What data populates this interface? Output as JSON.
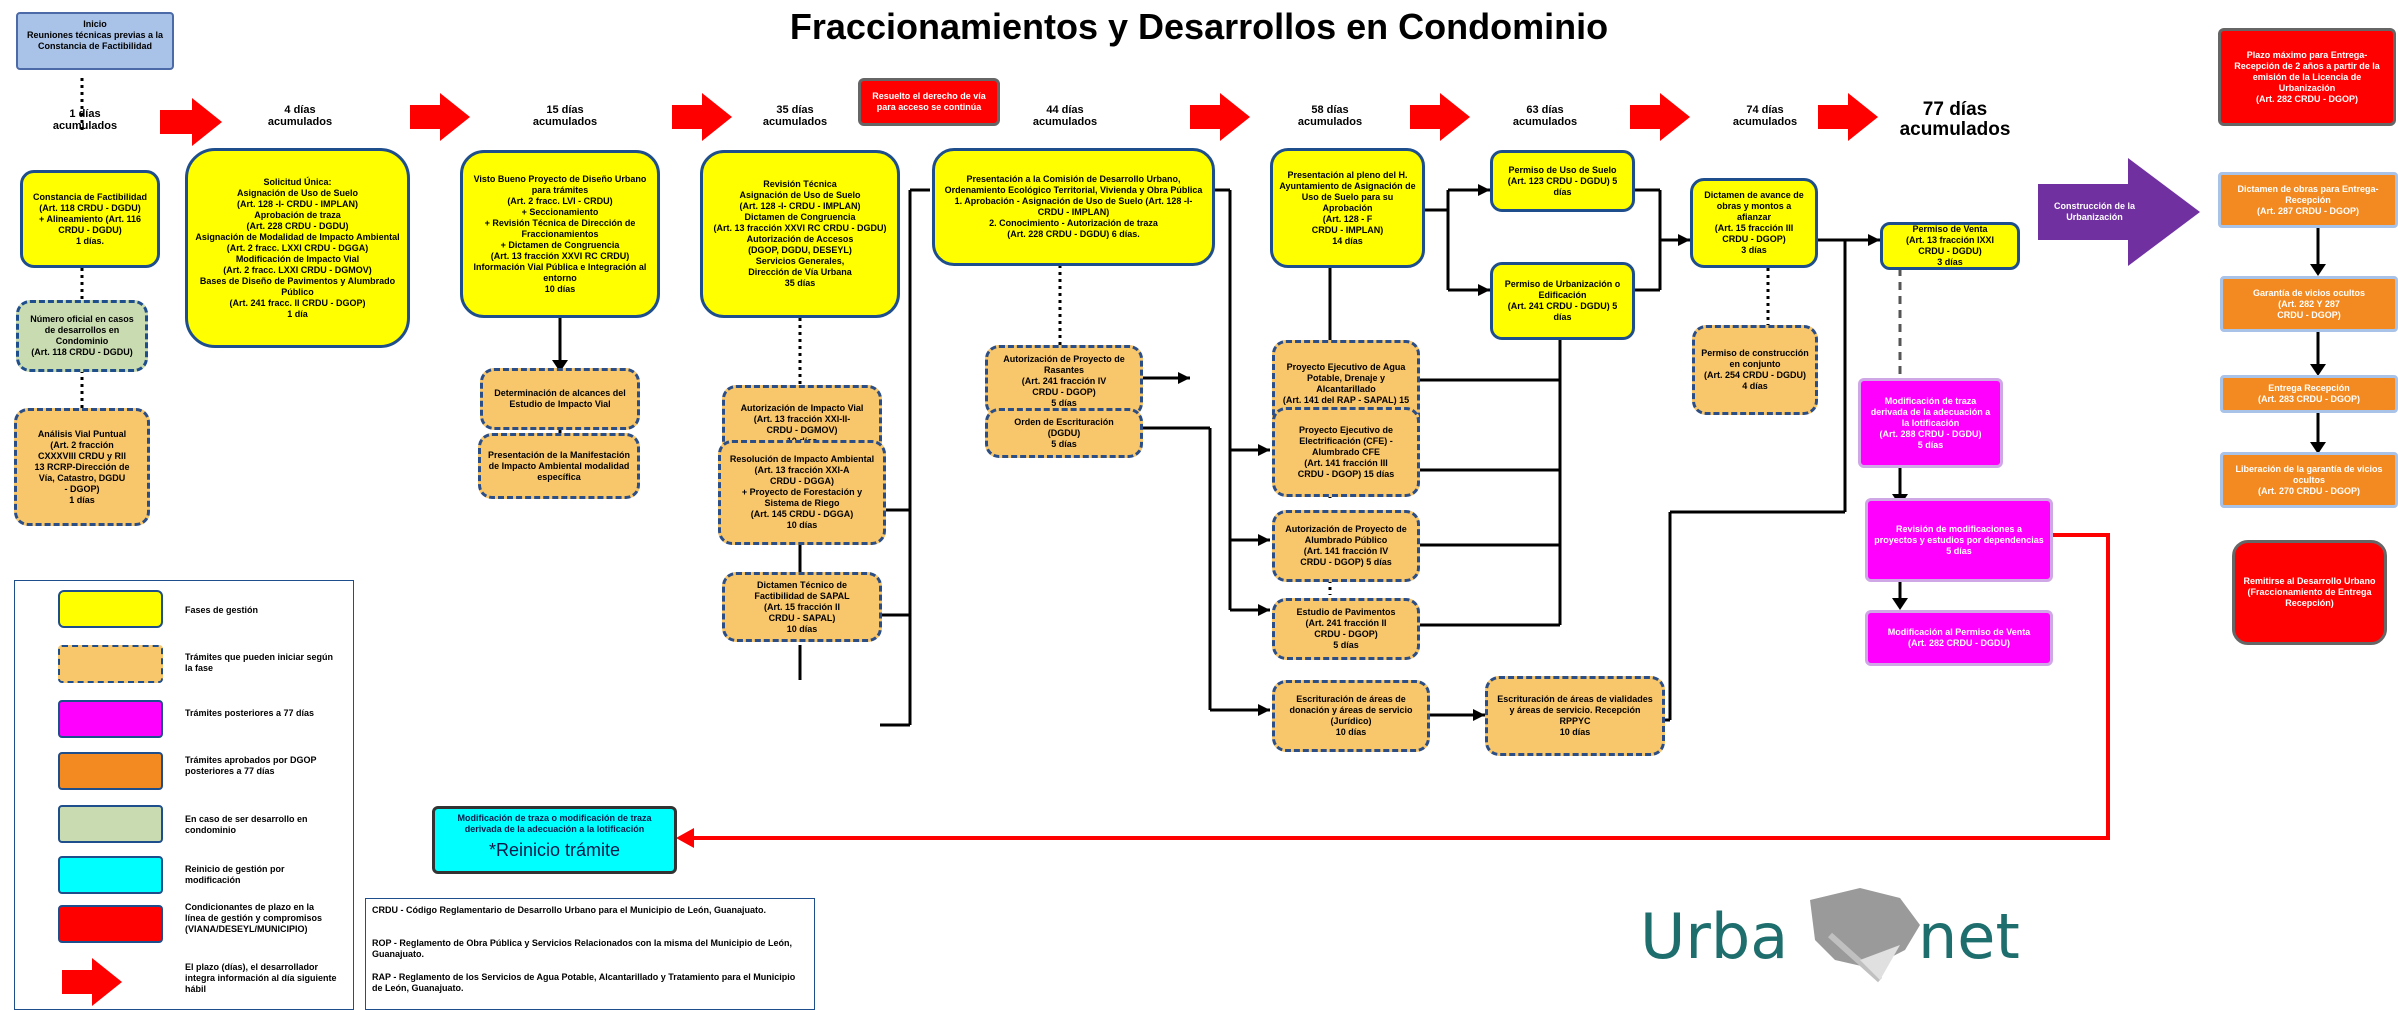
{
  "title": "Fraccionamientos y Desarrollos en Condominio",
  "start": "Inicio\nReuniones técnicas previas a la Constancia de Factibilidad",
  "days": {
    "d1": "1 días\nacumulados",
    "d4": "4 días\nacumulados",
    "d15": "15 días\nacumulados",
    "d35": "35 días\nacumulados",
    "d44": "44 días\nacumulados",
    "d58": "58 días\nacumulados",
    "d63": "63 días\nacumulados",
    "d74": "74 días\nacumulados",
    "d77": "77 días\nacumulados"
  },
  "boxes": {
    "constancia": "Constancia de Factibilidad (Art. 118 CRDU - DGDU)\n+ Alineamiento (Art. 116 CRDU - DGDU)\n1 días.",
    "numero_oficial": "Número oficial en casos de desarrollos en Condominio\n(Art. 118 CRDU - DGDU)",
    "analisis_vial": "Análisis Vial Puntual\n(Art. 2 fracción\nCXXXVIII CRDU y Rll\n13 RCRP-Dirección de\nVía, Catastro, DGDU\n - DGOP)\n1 días",
    "solicitud": "Solicitud Única:\nAsignación de Uso de Suelo\n(Art. 128 -I- CRDU - IMPLAN)\nAprobación de traza\n(Art. 228 CRDU - DGDU)\nAsignación de Modalidad de Impacto Ambiental\n(Art. 2 fracc. LXXI CRDU - DGGA)\nModificación de Impacto Vial\n(Art. 2 fracc. LXXI CRDU - DGMOV)\nBases de Diseño de Pavimentos y Alumbrado Público\n(Art. 241 fracc. II CRDU - DGOP)\n1 día",
    "visto_bueno": "Visto Bueno Proyecto de Diseño Urbano para trámites\n(Art. 2 fracc. LVI - CRDU)\n+ Seccionamiento\n+ Revisión Técnica de Dirección de Fraccionamientos\n+ Dictamen de Congruencia\n(Art. 13 fracción XXVI RC CRDU)\nInformación Vial Pública e Integración al entorno\n10 días",
    "determinacion_impacto": "Determinación de alcances del Estudio de Impacto Vial",
    "presentacion_mia": "Presentación de la Manifestación de Impacto Ambiental modalidad específica",
    "revision_tecnica": "Revisión Técnica\nAsignación de Uso de Suelo\n(Art. 128 -I- CRDU - IMPLAN)\nDictamen de Congruencia\n(Art. 13 fracción XXVI RC CRDU - DGDU)\nAutorización de Accesos\n(DGOP, DGDU, DESEYL)\nServicios Generales,\nDirección de Vía Urbana\n35 días",
    "autorizacion_vial": "Autorización de Impacto Vial\n(Art. 13 fracción XXI-II-\nCRDU - DGMOV)\n10 días",
    "resolucion_ambiental": "Resolución de Impacto Ambiental\n(Art. 13 fracción XXI-A\nCRDU - DGGA)\n+ Proyecto de Forestación y Sistema de Riego\n(Art. 145 CRDU - DGGA)\n10 días",
    "dictamen_tecnico": "Dictamen Técnico de Factibilidad de SAPAL\n(Art. 15 fracción II\nCRDU - SAPAL)\n10 días",
    "presentacion_consejo": "Presentación a la Comisión de Desarrollo Urbano, Ordenamiento Ecológico Territorial, Vivienda y Obra Pública\n1. Aprobación - Asignación de Uso de Suelo (Art. 128 -I- CRDU - IMPLAN)\n2. Conocimiento - Autorización de traza\n(Art. 228 CRDU - DGDU)    6 días.",
    "autorizacion_rasantes": "Autorización de Proyecto de Rasantes\n(Art. 241 fracción IV\nCRDU - DGOP)\n5 días",
    "orden_escrituracion": "Orden de Escrituración\n(DGDU)\n5 días",
    "presentacion_pleno": "Presentación al pleno del H. Ayuntamiento de Asignación de Uso de Suelo para su Aprobación\n(Art. 128 - F\nCRDU - IMPLAN)\n14 días",
    "proyecto_agua": "Proyecto Ejecutivo de Agua Potable, Drenaje y Alcantarillado\n(Art. 141 del RAP - SAPAL) 15 días",
    "proyecto_electrificacion": "Proyecto Ejecutivo de Electrificación (CFE) - Alumbrado CFE\n(Art. 141 fracción III\nCRDU - DGOP) 15 días",
    "autorizacion_alumbrado": "Autorización de Proyecto de Alumbrado Público\n(Art. 141 fracción IV\nCRDU - DGOP) 5 días",
    "estudio_pavimentos": "Estudio de Pavimentos\n(Art. 241 fracción II\nCRDU - DGOP)\n5 días",
    "escrituracion_donacion": "Escrituración de áreas de donación y áreas de servicio (Jurídico)\n10 días",
    "escrituracion_vialidades": "Escrituración de áreas de vialidades y áreas de servicio. Recepción RPPYC\n10 días",
    "permiso_uso": "Permiso de Uso de Suelo\n(Art. 123 CRDU - DGDU) 5 días",
    "permiso_urbanizacion": "Permiso de Urbanización o Edificación\n(Art. 241 CRDU - DGDU) 5 días",
    "dictamen_avance": "Dictamen de avance de obras y montos a afianzar\n(Art. 15 fracción III\nCRDU - DGOP)\n3 días",
    "permiso_construccion": "Permiso de construcción en conjunto\n(Art. 254 CRDU - DGDU)\n4 días",
    "permiso_venta": "Permiso de Venta\n(Art. 13 fracción IXXI\nCRDU - DGDU)\n3 días",
    "modificacion_traza": "Modificación de traza derivada de la adecuación a la lotificación\n(Art. 288 CRDU - DGDU)\n5 días",
    "revision_modificaciones": "Revisión de modificaciones a proyectos y estudios por dependencias\n5 días",
    "modificacion_permiso": "Modificación al Permiso de Venta\n(Art. 282 CRDU - DGDU)",
    "resuelto": "Resuelto el derecho de vía para acceso se continúa",
    "plazo_maximo": "Plazo máximo para Entrega-Recepción de 2 años a partir de la emisión de la Licencia de Urbanización\n(Art. 282 CRDU - DGOP)",
    "construccion": "Construcción de la Urbanización",
    "dictamen_obras": "Dictamen de obras para Entrega-Recepción\n(Art. 287 CRDU - DGOP)",
    "garantia": "Garantía de vicios ocultos\n(Art. 282 Y 287\nCRDU - DGOP)",
    "entrega": "Entrega Recepción\n(Art. 283 CRDU - DGOP)",
    "liberacion": "Liberación de la garantía de vicios ocultos\n(Art. 270 CRDU - DGOP)",
    "remitirse": "Remitirse al Desarrollo Urbano (Fraccionamiento de Entrega Recepción)",
    "modificacion_traza_reinicio": "Modificación de traza o modificación de traza derivada de la adecuación a la lotificación",
    "reinicio": "*Reinicio trámite"
  },
  "legend": [
    {
      "color": "#ffff00",
      "text": "Fases de gestión"
    },
    {
      "color": "#f8c66b",
      "text": "Trámites que pueden iniciar según la fase"
    },
    {
      "color": "#ff00ff",
      "text": "Trámites posteriores a 77 días"
    },
    {
      "color": "#f28a21",
      "text": "Trámites aprobados por DGOP posteriores a 77 días"
    },
    {
      "color": "#c9dbb0",
      "text": "En caso de ser desarrollo en condominio"
    },
    {
      "color": "#00ffff",
      "text": "Reinicio de gestión por modificación"
    },
    {
      "color": "#ff0000",
      "text": "Condicionantes de plazo en la línea de gestión y compromisos (VIANA/DESEYL/MUNICIPIO)"
    },
    {
      "color": "arrow",
      "text": "El plazo (días), el desarrollador integra información al día siguiente hábil"
    }
  ],
  "notes": [
    "CRDU - Código Reglamentario de Desarrollo Urbano para el Municipio de León, Guanajuato.",
    "ROP - Reglamento de Obra Pública y Servicios Relacionados con la misma del Municipio de León, Guanajuato.",
    "RAP - Reglamento de los Servicios de Agua Potable, Alcantarillado y Tratamiento para el Municipio de León, Guanajuato."
  ],
  "logo": "Urba",
  "logo2": "net"
}
